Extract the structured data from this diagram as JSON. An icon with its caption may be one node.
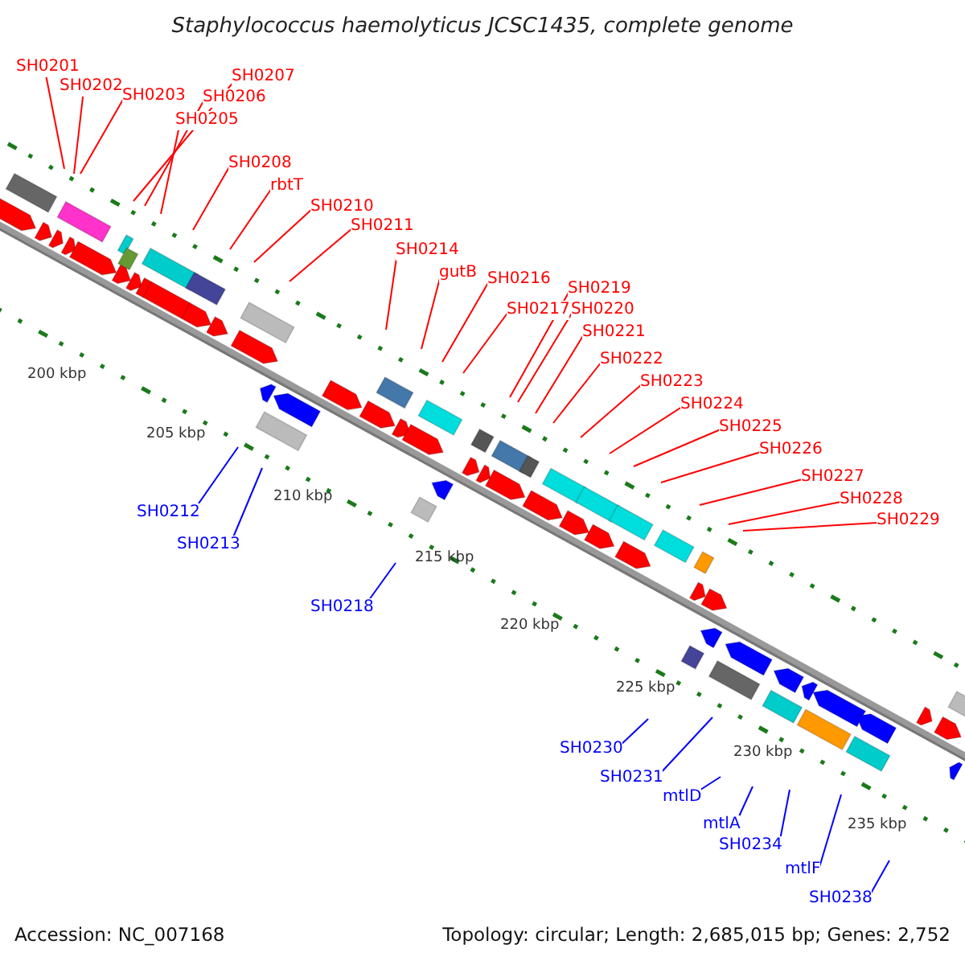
{
  "diagram": {
    "title": "Staphylococcus haemolyticus JCSC1435, complete genome",
    "nodes": [
      {
        "text": [
          "SH0201"
        ]
      },
      {
        "text": [
          "SH0202"
        ]
      },
      {
        "text": [
          "SH0203"
        ]
      },
      {
        "text": [
          "SH0207"
        ]
      },
      {
        "text": [
          "SH0206"
        ]
      },
      {
        "text": [
          "SH0205"
        ]
      },
      {
        "text": [
          "SH0208"
        ]
      },
      {
        "text": [
          "rbtT"
        ]
      },
      {
        "text": [
          "SH0210"
        ]
      },
      {
        "text": [
          "SH0211"
        ]
      },
      {
        "text": [
          "SH0214"
        ]
      },
      {
        "text": [
          "gutB"
        ]
      },
      {
        "text": [
          "SH0216"
        ]
      },
      {
        "text": [
          "SH0217"
        ]
      },
      {
        "text": [
          "SH0219"
        ]
      },
      {
        "text": [
          "SH0220"
        ]
      },
      {
        "text": [
          "SH0221"
        ]
      },
      {
        "text": [
          "SH0222"
        ]
      },
      {
        "text": [
          "SH0223"
        ]
      },
      {
        "text": [
          "SH0224"
        ]
      },
      {
        "text": [
          "SH0225"
        ]
      },
      {
        "text": [
          "SH0226"
        ]
      },
      {
        "text": [
          "SH0227"
        ]
      },
      {
        "text": [
          "SH0228"
        ]
      },
      {
        "text": [
          "SH0229"
        ]
      },
      {
        "text": [
          "SH0212"
        ]
      },
      {
        "text": [
          "SH0213"
        ]
      },
      {
        "text": [
          "SH0218"
        ]
      },
      {
        "text": [
          "SH0230"
        ]
      },
      {
        "text": [
          "SH0231"
        ]
      },
      {
        "text": [
          "mtlD"
        ]
      },
      {
        "text": [
          "mtlA"
        ]
      },
      {
        "text": [
          "SH0234"
        ]
      },
      {
        "text": [
          "mtlF"
        ]
      },
      {
        "text": [
          "SH0238"
        ]
      }
    ],
    "edges": [
      {
        "from": 0,
        "to": null,
        "arrow": "none"
      },
      {
        "from": 1,
        "to": null,
        "arrow": "none"
      },
      {
        "from": 2,
        "to": null,
        "arrow": "none"
      },
      {
        "from": 3,
        "to": null,
        "arrow": "none"
      },
      {
        "from": 4,
        "to": null,
        "arrow": "none"
      },
      {
        "from": 5,
        "to": null,
        "arrow": "none"
      },
      {
        "from": 6,
        "to": null,
        "arrow": "none"
      },
      {
        "from": 7,
        "to": null,
        "arrow": "none"
      },
      {
        "from": 8,
        "to": null,
        "arrow": "none"
      },
      {
        "from": 9,
        "to": null,
        "arrow": "none"
      },
      {
        "from": 10,
        "to": null,
        "arrow": "none"
      },
      {
        "from": 11,
        "to": null,
        "arrow": "none"
      },
      {
        "from": 12,
        "to": null,
        "arrow": "none"
      },
      {
        "from": 13,
        "to": null,
        "arrow": "none"
      },
      {
        "from": 14,
        "to": null,
        "arrow": "none"
      },
      {
        "from": 15,
        "to": null,
        "arrow": "none"
      },
      {
        "from": 16,
        "to": null,
        "arrow": "none"
      },
      {
        "from": 17,
        "to": null,
        "arrow": "none"
      },
      {
        "from": 18,
        "to": null,
        "arrow": "none"
      },
      {
        "from": 19,
        "to": null,
        "arrow": "none"
      },
      {
        "from": 20,
        "to": null,
        "arrow": "none"
      },
      {
        "from": 21,
        "to": null,
        "arrow": "none"
      },
      {
        "from": 22,
        "to": null,
        "arrow": "none"
      },
      {
        "from": 23,
        "to": null,
        "arrow": "none"
      },
      {
        "from": 24,
        "to": null,
        "arrow": "none"
      },
      {
        "from": 25,
        "to": null,
        "arrow": "none",
        "color": "#0000ff"
      },
      {
        "from": 26,
        "to": null,
        "arrow": "none",
        "color": "#0000ff"
      },
      {
        "from": 27,
        "to": null,
        "arrow": "none",
        "color": "#0000ff"
      },
      {
        "from": 28,
        "to": null,
        "arrow": "none",
        "color": "#0000ff"
      },
      {
        "from": 29,
        "to": null,
        "arrow": "none",
        "color": "#0000ff"
      },
      {
        "from": 30,
        "to": null,
        "arrow": "none",
        "color": "#0000ff"
      },
      {
        "from": 31,
        "to": null,
        "arrow": "none",
        "color": "#0000ff"
      },
      {
        "from": 32,
        "to": null,
        "arrow": "none",
        "color": "#0000ff"
      },
      {
        "from": 33,
        "to": null,
        "arrow": "none",
        "color": "#0000ff"
      },
      {
        "from": 34,
        "to": null,
        "arrow": "none",
        "color": "#0000ff"
      }
    ],
    "labels": [
      "200 kbp",
      "205 kbp",
      "210 kbp",
      "215 kbp",
      "220 kbp",
      "225 kbp",
      "230 kbp",
      "235 kbp",
      "Accession: NC_007168",
      "Topology: circular; Length: 2,685,015 bp; Genes: 2,752"
    ]
  }
}
